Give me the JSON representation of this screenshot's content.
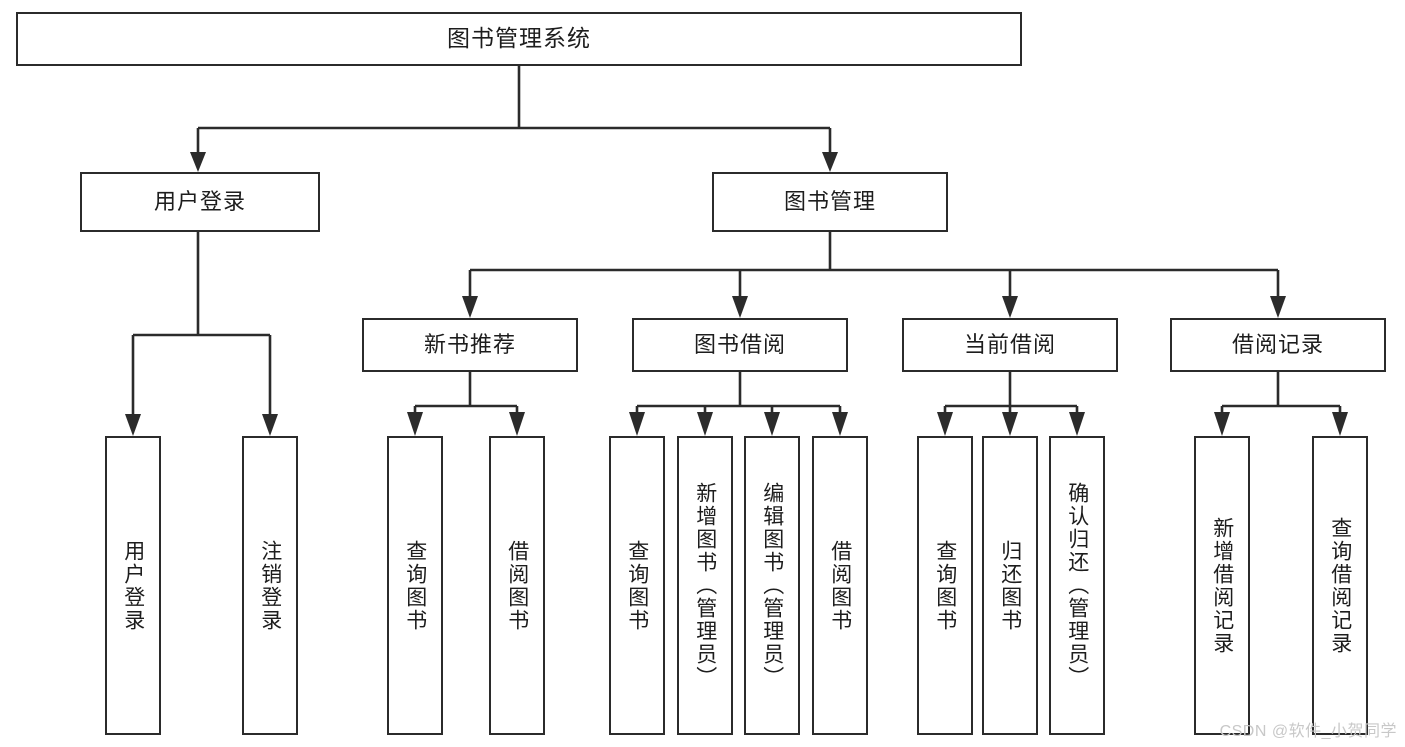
{
  "diagram": {
    "type": "tree",
    "title": "图书管理系统",
    "root": {
      "label": "图书管理系统"
    },
    "level2": [
      {
        "label": "用户登录"
      },
      {
        "label": "图书管理"
      }
    ],
    "level3": [
      {
        "label": "新书推荐"
      },
      {
        "label": "图书借阅"
      },
      {
        "label": "当前借阅"
      },
      {
        "label": "借阅记录"
      }
    ],
    "leaves": {
      "user_login": [
        {
          "label": "用户登录"
        },
        {
          "label": "注销登录"
        }
      ],
      "new_book_recommend": [
        {
          "label": "查询图书"
        },
        {
          "label": "借阅图书"
        }
      ],
      "book_borrow": [
        {
          "label": "查询图书"
        },
        {
          "label": "新增图书（管理员）"
        },
        {
          "label": "编辑图书（管理员）"
        },
        {
          "label": "借阅图书"
        }
      ],
      "current_borrow": [
        {
          "label": "查询图书"
        },
        {
          "label": "归还图书"
        },
        {
          "label": "确认归还（管理员）"
        }
      ],
      "borrow_record": [
        {
          "label": "新增借阅记录"
        },
        {
          "label": "查询借阅记录"
        }
      ]
    }
  },
  "watermark": {
    "text": "CSDN @软件_小贺同学"
  },
  "colors": {
    "background": "#ffffff",
    "box_border": "#2b2b2b",
    "text": "#1d1d1d",
    "connector": "#2b2b2b",
    "watermark": "#c8c8c8"
  }
}
